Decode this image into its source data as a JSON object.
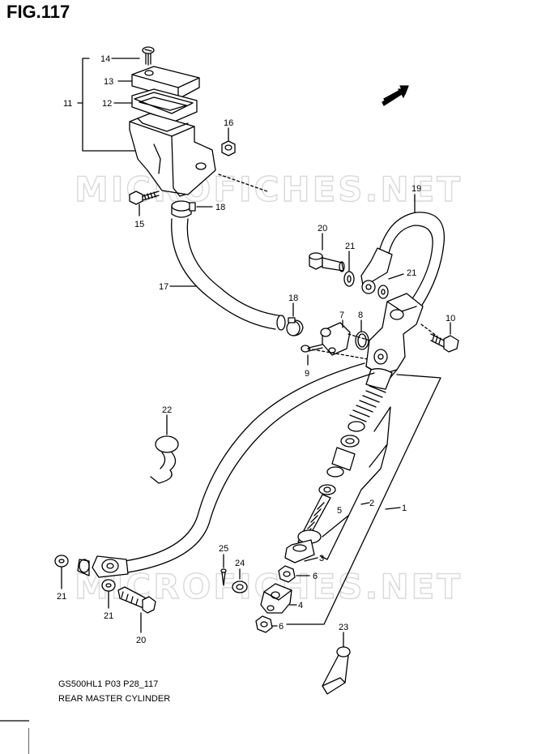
{
  "figure": {
    "title": "FIG.117"
  },
  "watermark": {
    "text": "MICROFICHES.NET"
  },
  "fwd_label": "FWD",
  "caption": {
    "code": "GS500HL1 P03 P28_117",
    "name": "REAR MASTER CYLINDER"
  },
  "callouts": [
    {
      "id": "c14",
      "label": "14"
    },
    {
      "id": "c13",
      "label": "13"
    },
    {
      "id": "c12",
      "label": "12"
    },
    {
      "id": "c11",
      "label": "11"
    },
    {
      "id": "c16",
      "label": "16"
    },
    {
      "id": "c15",
      "label": "15"
    },
    {
      "id": "c18a",
      "label": "18"
    },
    {
      "id": "c17",
      "label": "17"
    },
    {
      "id": "c19",
      "label": "19"
    },
    {
      "id": "c20a",
      "label": "20"
    },
    {
      "id": "c21a",
      "label": "21"
    },
    {
      "id": "c21b",
      "label": "21"
    },
    {
      "id": "c7",
      "label": "7"
    },
    {
      "id": "c8",
      "label": "8"
    },
    {
      "id": "c18b",
      "label": "18"
    },
    {
      "id": "c9",
      "label": "9"
    },
    {
      "id": "c10",
      "label": "10"
    },
    {
      "id": "c22",
      "label": "22"
    },
    {
      "id": "c5",
      "label": "5"
    },
    {
      "id": "c2",
      "label": "2"
    },
    {
      "id": "c1",
      "label": "1"
    },
    {
      "id": "c3",
      "label": "3"
    },
    {
      "id": "c25",
      "label": "25"
    },
    {
      "id": "c24",
      "label": "24"
    },
    {
      "id": "c6a",
      "label": "6"
    },
    {
      "id": "c4",
      "label": "4"
    },
    {
      "id": "c6b",
      "label": "6"
    },
    {
      "id": "c21c",
      "label": "21"
    },
    {
      "id": "c21d",
      "label": "21"
    },
    {
      "id": "c20b",
      "label": "20"
    },
    {
      "id": "c23",
      "label": "23"
    }
  ]
}
